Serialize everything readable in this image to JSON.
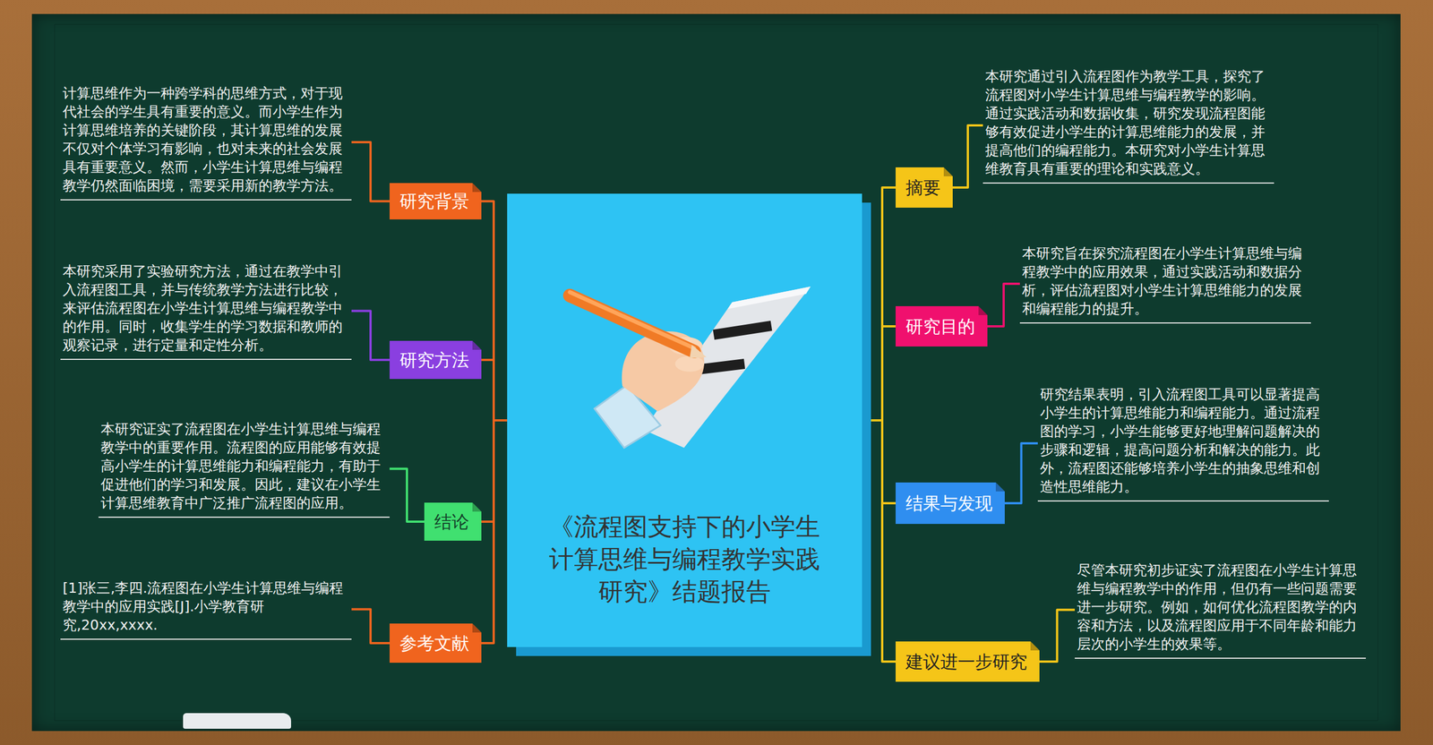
{
  "diagram": {
    "nodes": [
      {
        "text": [
          "《流程图支持下的小学生计算思维与编程教学实践研究》结题报告"
        ]
      },
      {
        "text": [
          "研究背景"
        ]
      },
      {
        "text": [
          "计算思维作为一种跨学科的思维方式，对于现代社会的学生具有重要的意义。而小学生作为计算思维培养的关键阶段，其计算思维的发展不仅对个体学习有影响，也对未来的社会发展具有重要意义。然而，小学生计算思维与编程教学仍然面临困境，需要采用新的教学方法。"
        ]
      },
      {
        "text": [
          "研究方法"
        ]
      },
      {
        "text": [
          "本研究采用了实验研究方法，通过在教学中引入流程图工具，并与传统教学方法进行比较，来评估流程图在小学生计算思维与编程教学中的作用。同时，收集学生的学习数据和教师的观察记录，进行定量和定性分析。"
        ]
      },
      {
        "text": [
          "结论"
        ]
      },
      {
        "text": [
          "本研究证实了流程图在小学生计算思维与编程教学中的重要作用。流程图的应用能够有效提高小学生的计算思维能力和编程能力，有助于促进他们的学习和发展。因此，建议在小学生计算思维教育中广泛推广流程图的应用。"
        ]
      },
      {
        "text": [
          "参考文献"
        ]
      },
      {
        "text": [
          "[1]张三,李四.流程图在小学生计算思维与编程教学中的应用实践[J].小学教育研究,20xx,xxxx."
        ]
      },
      {
        "text": [
          "摘要"
        ]
      },
      {
        "text": [
          "本研究通过引入流程图作为教学工具，探究了流程图对小学生计算思维与编程教学的影响。通过实践活动和数据收集，研究发现流程图能够有效促进小学生的计算思维能力的发展，并提高他们的编程能力。本研究对小学生计算思维教育具有重要的理论和实践意义。"
        ]
      },
      {
        "text": [
          "研究目的"
        ]
      },
      {
        "text": [
          "本研究旨在探究流程图在小学生计算思维与编程教学中的应用效果，通过实践活动和数据分析，评估流程图对小学生计算思维能力的发展和编程能力的提升。"
        ]
      },
      {
        "text": [
          "结果与发现"
        ]
      },
      {
        "text": [
          "研究结果表明，引入流程图工具可以显著提高小学生的计算思维能力和编程能力。通过流程图的学习，小学生能够更好地理解问题解决的步骤和逻辑，提高问题分析和解决的能力。此外，流程图还能够培养小学生的抽象思维和创造性思维能力。"
        ]
      },
      {
        "text": [
          "建议进一步研究"
        ]
      },
      {
        "text": [
          "尽管本研究初步证实了流程图在小学生计算思维与编程教学中的作用，但仍有一些问题需要进一步研究。例如，如何优化流程图教学的内容和方法，以及流程图应用于不同年龄和能力层次的小学生的效果等。"
        ]
      }
    ],
    "edges": [
      {
        "from": 0,
        "to": 1,
        "arrow": "none"
      },
      {
        "from": 0,
        "to": 3,
        "arrow": "none"
      },
      {
        "from": 0,
        "to": 5,
        "arrow": "none"
      },
      {
        "from": 0,
        "to": 7,
        "arrow": "none"
      },
      {
        "from": 0,
        "to": 9,
        "arrow": "none"
      },
      {
        "from": 0,
        "to": 11,
        "arrow": "none"
      },
      {
        "from": 0,
        "to": 13,
        "arrow": "none"
      },
      {
        "from": 0,
        "to": 15,
        "arrow": "none"
      },
      {
        "from": 1,
        "to": 2,
        "arrow": "none"
      },
      {
        "from": 3,
        "to": 4,
        "arrow": "none"
      },
      {
        "from": 5,
        "to": 6,
        "arrow": "none"
      },
      {
        "from": 7,
        "to": 8,
        "arrow": "none"
      },
      {
        "from": 9,
        "to": 10,
        "arrow": "none"
      },
      {
        "from": 11,
        "to": 12,
        "arrow": "none"
      },
      {
        "from": 13,
        "to": 14,
        "arrow": "none"
      },
      {
        "from": 15,
        "to": 16,
        "arrow": "none"
      }
    ]
  }
}
